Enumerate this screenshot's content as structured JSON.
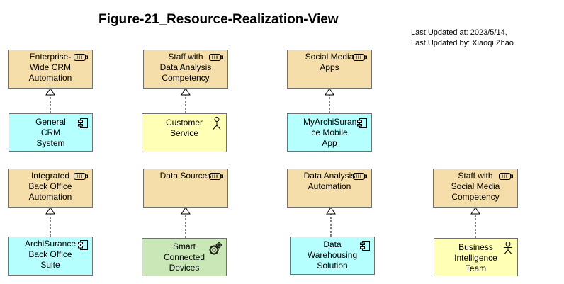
{
  "title": "Figure-21_Resource-Realization-View",
  "meta": {
    "last_updated_at": "Last Updated at: 2023/5/14,",
    "last_updated_by": "Last Updated by: Xiaoqi Zhao"
  },
  "colors": {
    "resource": "#f5deaa",
    "application_component": "#b5ffff",
    "business_actor": "#ffffb5",
    "technology_node": "#c9e7b7",
    "border": "#707070"
  },
  "elements": {
    "enterprise_crm": {
      "label": "Enterprise-\nWide CRM\nAutomation",
      "type": "resource",
      "icon": "resource-icon"
    },
    "staff_data_analysis": {
      "label": "Staff with\nData Analysis\nCompetency",
      "type": "resource",
      "icon": "resource-icon"
    },
    "social_media_apps": {
      "label": "Social Media\nApps",
      "type": "resource",
      "icon": "resource-icon"
    },
    "general_crm": {
      "label": "General CRM\nSystem",
      "type": "application-component",
      "icon": "component-icon"
    },
    "customer_service": {
      "label": "Customer\nService",
      "type": "business-actor",
      "icon": "actor-icon"
    },
    "myarchisurance": {
      "label": "MyArchiSuran\nce Mobile App",
      "type": "application-component",
      "icon": "component-icon"
    },
    "integrated_back_office": {
      "label": "Integrated\nBack Office\nAutomation",
      "type": "resource",
      "icon": "resource-icon"
    },
    "data_sources": {
      "label": "Data Sources",
      "type": "resource",
      "icon": "resource-icon"
    },
    "data_analysis_automation": {
      "label": "Data Analysis\nAutomation",
      "type": "resource",
      "icon": "resource-icon"
    },
    "staff_social_media": {
      "label": "Staff with\nSocial Media\nCompetency",
      "type": "resource",
      "icon": "resource-icon"
    },
    "archisurance_back_office": {
      "label": "ArchiSurance\nBack Office\nSuite",
      "type": "application-component",
      "icon": "component-icon"
    },
    "smart_devices": {
      "label": "Smart\nConnected\nDevices",
      "type": "device",
      "icon": "gear-icon"
    },
    "data_warehousing": {
      "label": "Data\nWarehousing\nSolution",
      "type": "application-component",
      "icon": "component-icon"
    },
    "bi_team": {
      "label": "Business\nIntelligence\nTeam",
      "type": "business-actor",
      "icon": "actor-icon"
    }
  },
  "relationships": [
    {
      "type": "realization",
      "source": "General CRM System",
      "target": "Enterprise-Wide CRM Automation"
    },
    {
      "type": "realization",
      "source": "Customer Service",
      "target": "Staff with Data Analysis Competency"
    },
    {
      "type": "realization",
      "source": "MyArchiSurance Mobile App",
      "target": "Social Media Apps"
    },
    {
      "type": "realization",
      "source": "ArchiSurance Back Office Suite",
      "target": "Integrated Back Office Automation"
    },
    {
      "type": "realization",
      "source": "Smart Connected Devices",
      "target": "Data Sources"
    },
    {
      "type": "realization",
      "source": "Data Warehousing Solution",
      "target": "Data Analysis Automation"
    },
    {
      "type": "realization",
      "source": "Business Intelligence Team",
      "target": "Staff with Social Media Competency"
    }
  ]
}
